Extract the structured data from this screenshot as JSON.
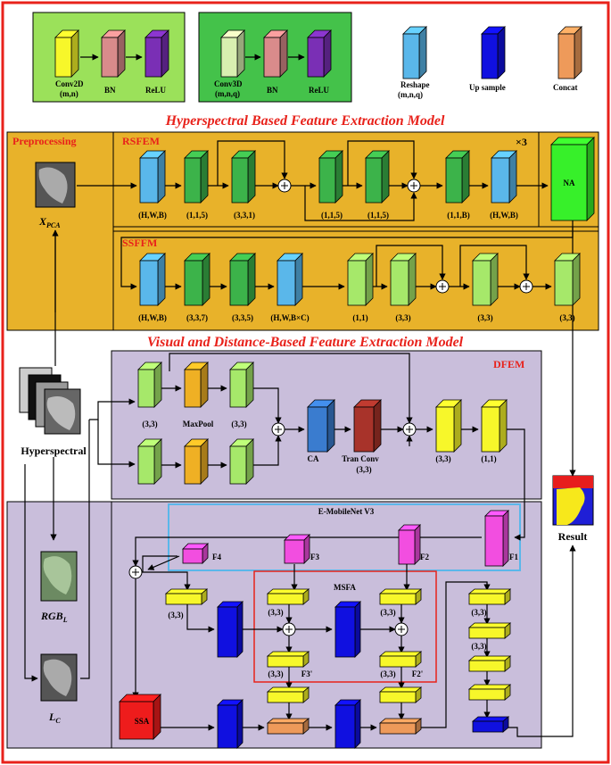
{
  "legend": {
    "conv2d": "Conv2D",
    "conv2d_params": "(m,n)",
    "bn1": "BN",
    "relu1": "ReLU",
    "conv3d": "Conv3D",
    "conv3d_params": "(m,n,q)",
    "bn2": "BN",
    "relu2": "ReLU",
    "reshape": "Reshape",
    "reshape_params": "(m,n,q)",
    "upsample": "Up sample",
    "concat": "Concat"
  },
  "sections": {
    "hyper_title": "Hyperspectral Based Feature Extraction Model",
    "visual_title": "Visual and Distance-Based Feature Extraction Model"
  },
  "preprocessing": {
    "title": "Preprocessing",
    "xpca": "X",
    "xpca_sub": "PCA"
  },
  "rsfem": {
    "title": "RSFEM",
    "times": "×3",
    "labels": [
      "(H,W,B)",
      "(1,1,5)",
      "(3,3,1)",
      "(1,1,5)",
      "(1,1,5)",
      "(1,1,B)",
      "(H,W,B)"
    ],
    "na": "NA"
  },
  "ssffm": {
    "title": "SSFFM",
    "labels": [
      "(H,W,B)",
      "(3,3,7)",
      "(3,3,5)",
      "(H,W,B×C)",
      "(1,1)",
      "(3,3)",
      "(3,3)",
      "(3,3)"
    ]
  },
  "dfem": {
    "title": "DFEM",
    "labels": [
      "(3,3)",
      "MaxPool",
      "(3,3)",
      "CA",
      "Tran Conv",
      "(3,3)",
      "(3,3)",
      "(1,1)"
    ]
  },
  "inputs": {
    "hyperspectral": "Hyperspectral",
    "rgb": "RGB",
    "rgb_sub": "L",
    "lc": "L",
    "lc_sub": "C"
  },
  "mobilenet": {
    "title": "E-MobileNet V3",
    "features": [
      "F4",
      "F3",
      "F2",
      "F1"
    ]
  },
  "msfa": {
    "title": "MSFA",
    "labels": [
      "(3,3)",
      "(3,3)",
      "(3,3)",
      "(3,3)",
      "F3'",
      "(3,3)",
      "F2'",
      "(3,3)",
      "(3,3)"
    ]
  },
  "ssa": "SSA",
  "result": "Result",
  "colors": {
    "outer_border": "#e8221b",
    "legend_light_green": "#9be15a",
    "legend_green": "#44c24a",
    "rsfem_bg": "#e8b22a",
    "dfem_bg": "#c9bedb",
    "reshape": "#5ab7ea",
    "conv_green": "#3cb34a",
    "conv_light": "#a6e86a",
    "conv_yellow": "#f7f72a",
    "bn": "#d98b8b",
    "relu": "#7a2fb5",
    "upsample": "#1010e0",
    "concat": "#ee9a5a",
    "pool": "#efb024",
    "ca": "#3a7ccf",
    "tranconv": "#a8332a",
    "na": "#37f02a",
    "feature_pink": "#f24ee0",
    "ssa": "#ee1c1c",
    "mobilenet_border": "#5ab7ea",
    "msfa_border": "#e8221b"
  }
}
